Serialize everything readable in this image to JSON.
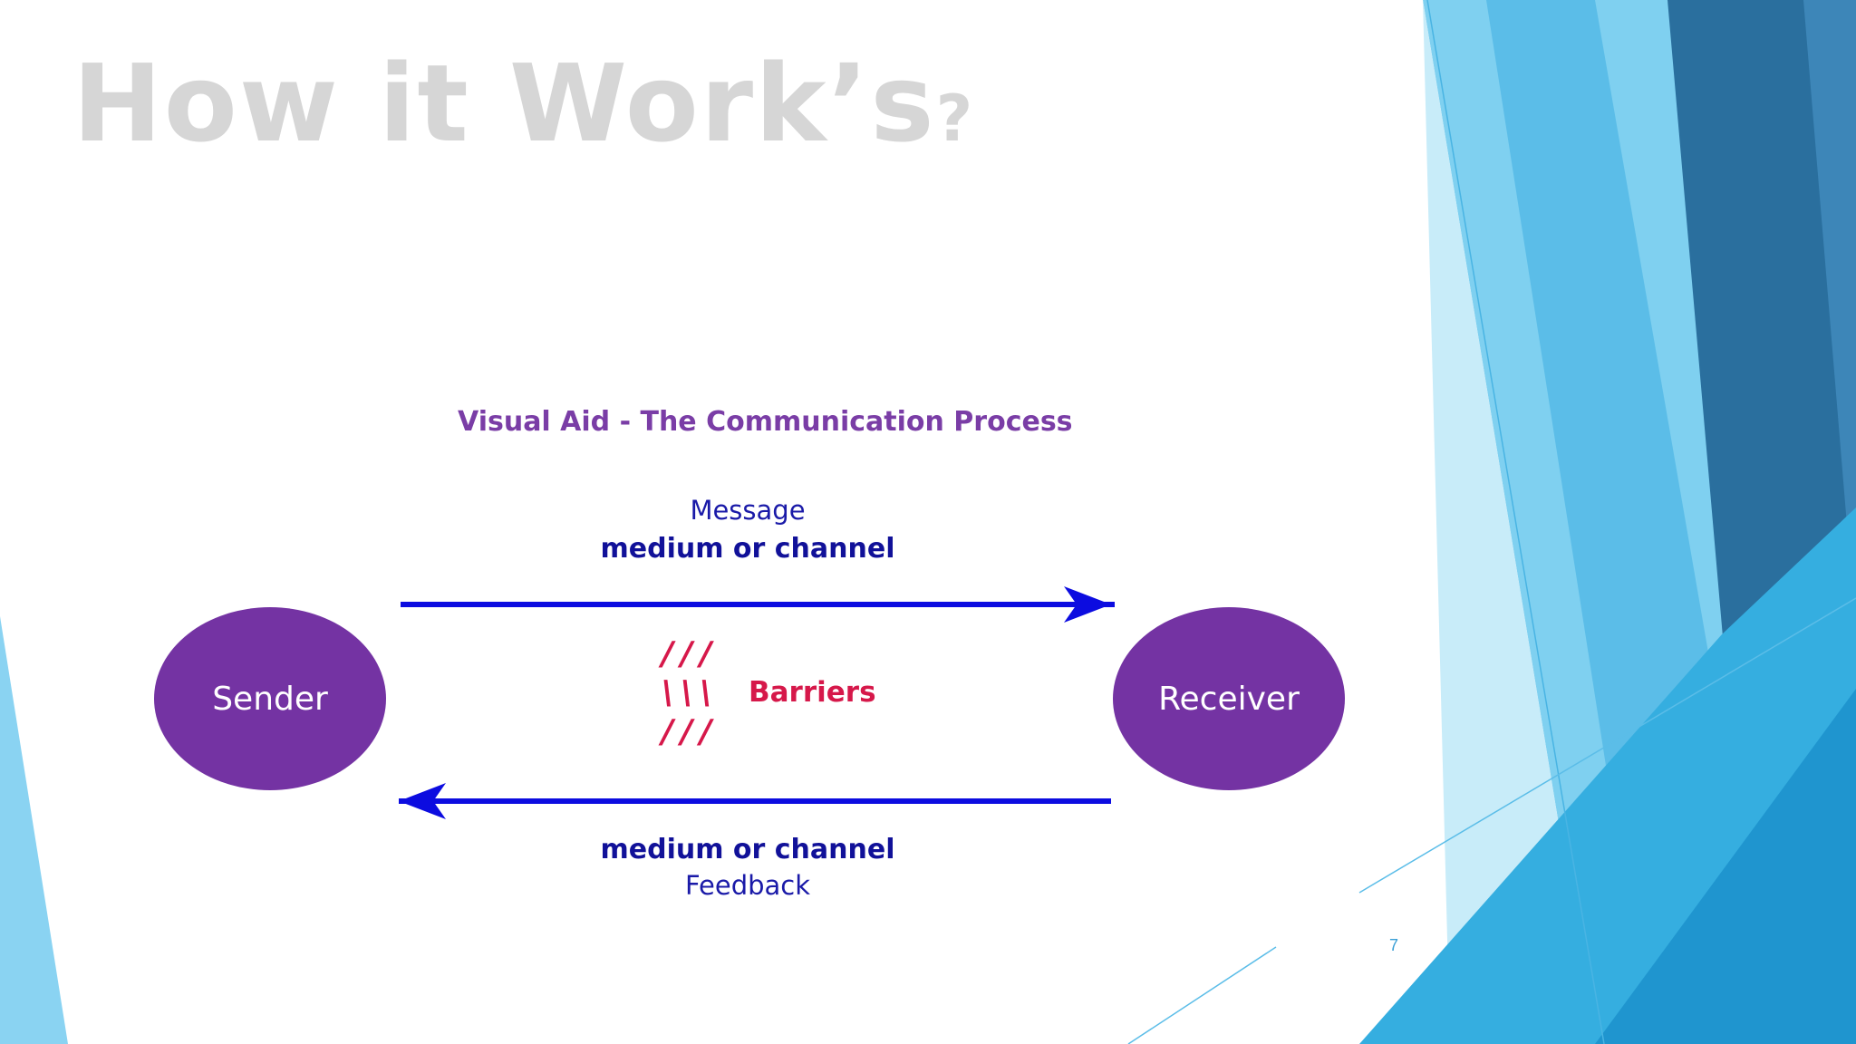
{
  "slide": {
    "title_main": "How it Work’s",
    "title_suffix": "?",
    "page_number": "7"
  },
  "diagram": {
    "title": "Visual Aid - The Communication Process",
    "sender_label": "Sender",
    "receiver_label": "Receiver",
    "top_message": "Message",
    "top_channel": "medium or channel",
    "bottom_channel": "medium or channel",
    "bottom_feedback": "Feedback",
    "barrier_row1": "///",
    "barrier_row2": "\\\\\\",
    "barrier_row3": "///",
    "barrier_label": "Barriers"
  },
  "colors": {
    "title": "#d6d6d6",
    "node_fill": "#7433a3",
    "arrow": "#0c0ce0",
    "diagram_title": "#7a3da6",
    "barrier": "#d6184a",
    "accent_light": "#7fd0f0",
    "accent_dark": "#2a6f9e"
  }
}
